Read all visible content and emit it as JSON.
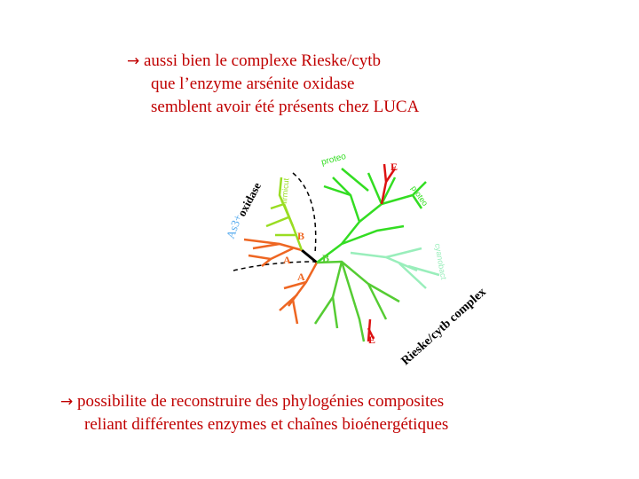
{
  "colors": {
    "text": "#c00000",
    "green_bright": "#33dd22",
    "green_yellow": "#99dd22",
    "green_mid": "#55cc33",
    "green_light": "#99eebb",
    "orange": "#ee6622",
    "red": "#dd1111",
    "black": "#000000",
    "label_blue": "#55aaee",
    "label_green": "#44bb44"
  },
  "top_statement": {
    "arrow": "→",
    "line1": "aussi bien le complexe Rieske/cytb",
    "line2": "que l’enzyme arsénite oxidase",
    "line3": "semblent avoir été présents chez LUCA"
  },
  "tree": {
    "label_as3": "As3+",
    "label_oxidase": "oxidase",
    "label_rieske": "Rieske/cytb complex",
    "label_proteo_top": "proteo",
    "label_proteo_right": "proteo",
    "label_firmicute": "firmicut",
    "label_cyanobact": "cyanobact",
    "label_E_top": "E",
    "label_E_bottom": "E",
    "label_B_upper": "B",
    "label_B_lower": "B",
    "label_A_left": "A",
    "label_A_lower": "A"
  },
  "bottom_statement": {
    "arrow": "→",
    "line1": "possibilite de reconstruire des phylogénies composites",
    "line2": "reliant différentes enzymes et chaînes bioénergétiques"
  }
}
